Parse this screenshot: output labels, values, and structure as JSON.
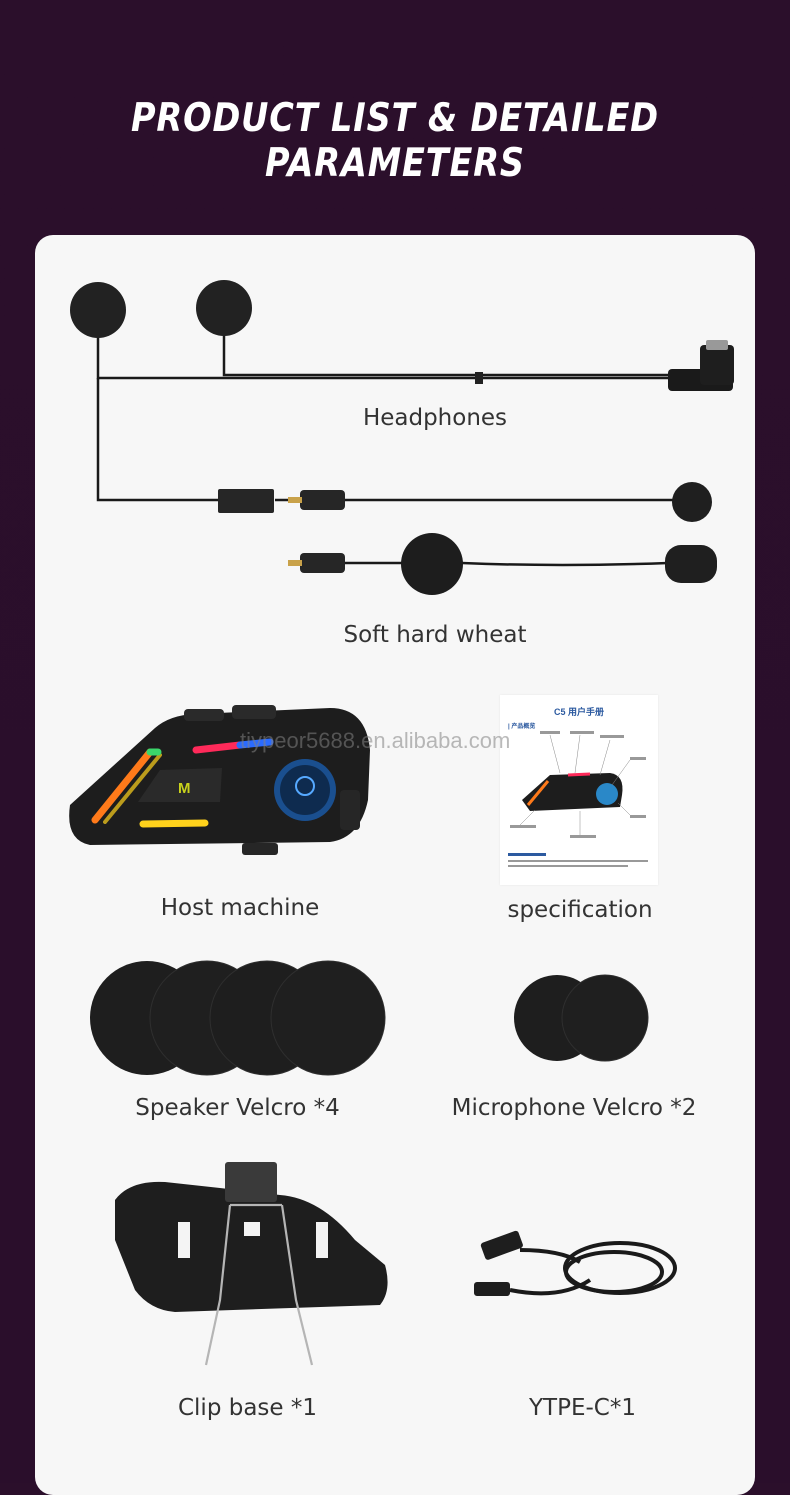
{
  "title": "PRODUCT LIST & DETAILED PARAMETERS",
  "watermark": "tiypeor5688.en.alibaba.com",
  "items": {
    "headphones": "Headphones",
    "mic": "Soft hard wheat",
    "host": "Host machine",
    "spec": "specification",
    "speaker_velcro": "Speaker Velcro *4",
    "mic_velcro": "Microphone Velcro *2",
    "clip": "Clip base *1",
    "cable": "YTPE-C*1"
  },
  "host_button_letter": "M",
  "spec_doc": {
    "title": "C5 用户手册",
    "subtitle": "| 产品概览"
  },
  "colors": {
    "background": "#2a0e2b",
    "panel": "#f7f7f7",
    "text": "#333333",
    "product": "#1c1c1c"
  }
}
